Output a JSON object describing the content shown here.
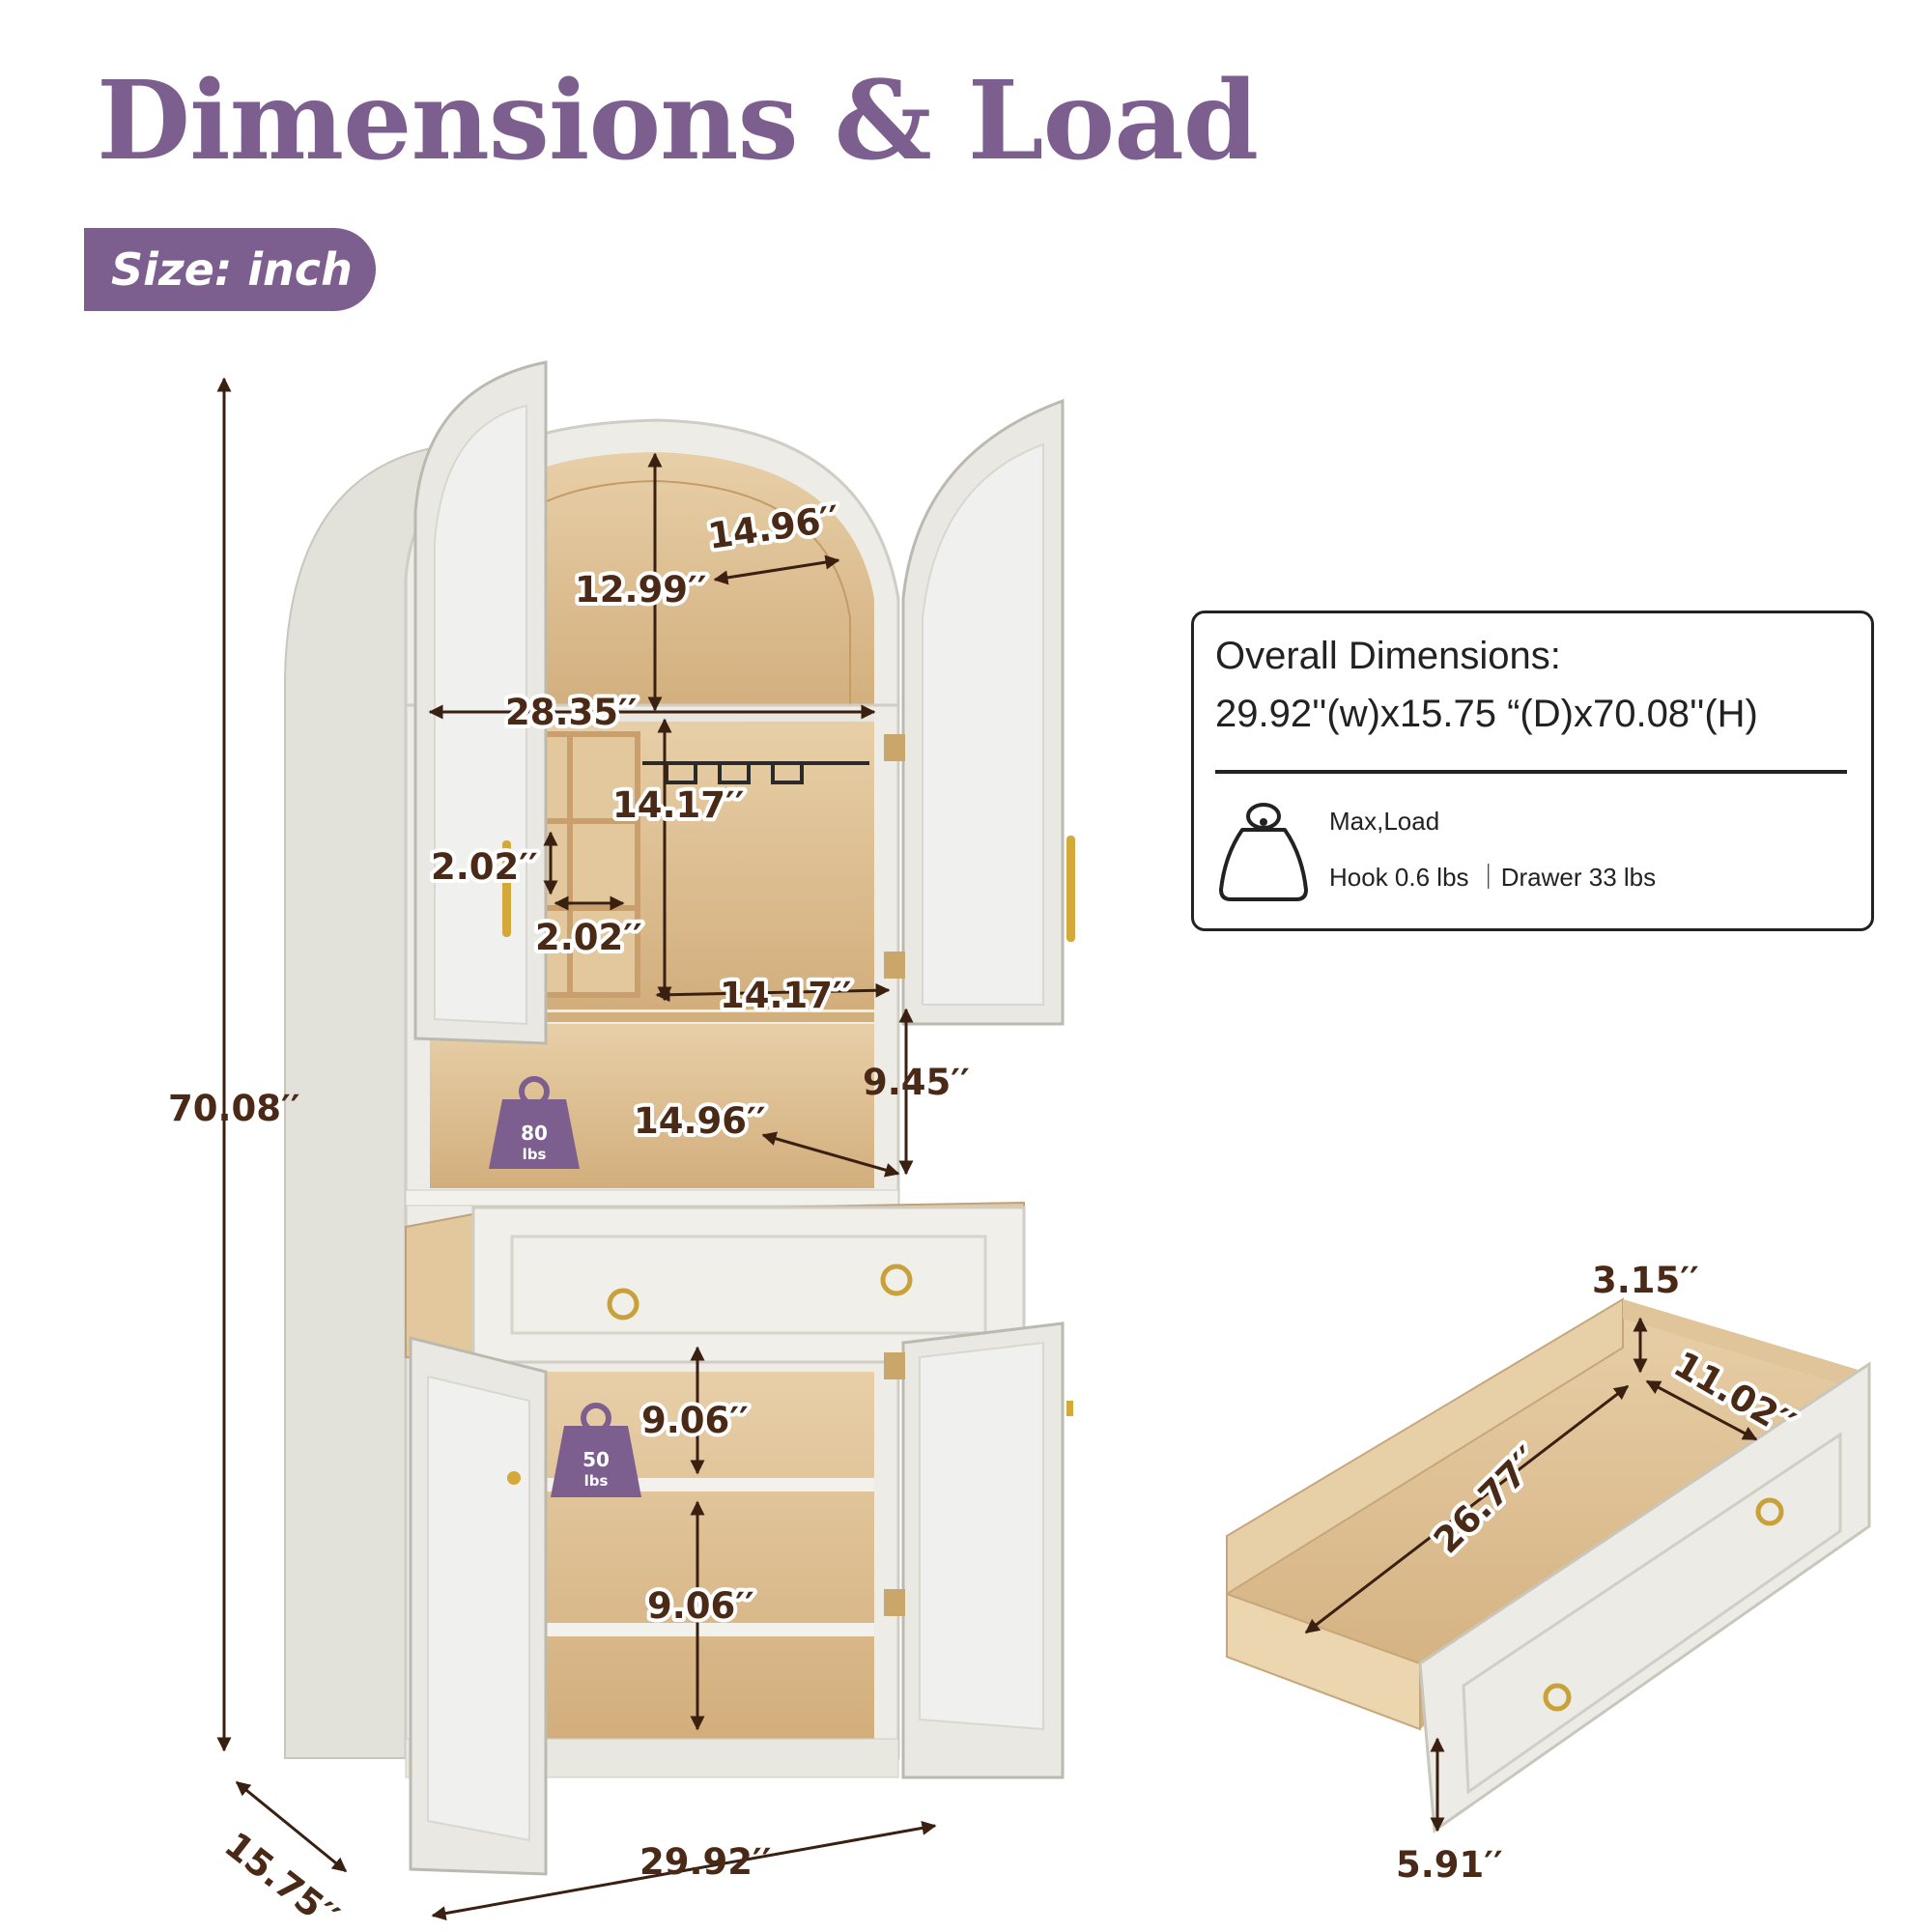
{
  "title": "Dimensions & Load",
  "size_badge": "Size: inch",
  "cabinet_dimensions": {
    "arch_height": "12.99′′",
    "arch_width": "14.96′′",
    "inner_width": "28.35′′",
    "upper_height": "14.17′′",
    "cubby_height": "2.02′′",
    "cubby_width": "2.02′′",
    "upper_depth": "14.17′′",
    "open_shelf_height": "9.45′′",
    "open_shelf_depth": "14.96′′",
    "lower_shelf_height_1": "9.06′′",
    "lower_shelf_height_2": "9.06′′",
    "total_height": "70.08′′",
    "total_width": "29.92′′",
    "total_depth": "15.75′′"
  },
  "weight_badges": {
    "counter": {
      "value": "80",
      "unit": "lbs"
    },
    "lower_shelf": {
      "value": "50",
      "unit": "lbs"
    }
  },
  "drawer_dimensions": {
    "inner_height": "3.15′′",
    "inner_width": "11.02′′",
    "inner_length": "26.77′′",
    "front_height": "5.91′′"
  },
  "overall": {
    "heading": "Overall Dimensions:",
    "value": "29.92''(w)x15.75 “(D)x70.08''(H)"
  },
  "load": {
    "label": "Max,Load",
    "values": "Hook 0.6 lbs ｜Drawer 33 lbs"
  },
  "colors": {
    "accent": "#7c5f8f",
    "dimension_text": "#4a2a17",
    "cabinet_white": "#ecebe5",
    "wood": "#dcb988"
  }
}
